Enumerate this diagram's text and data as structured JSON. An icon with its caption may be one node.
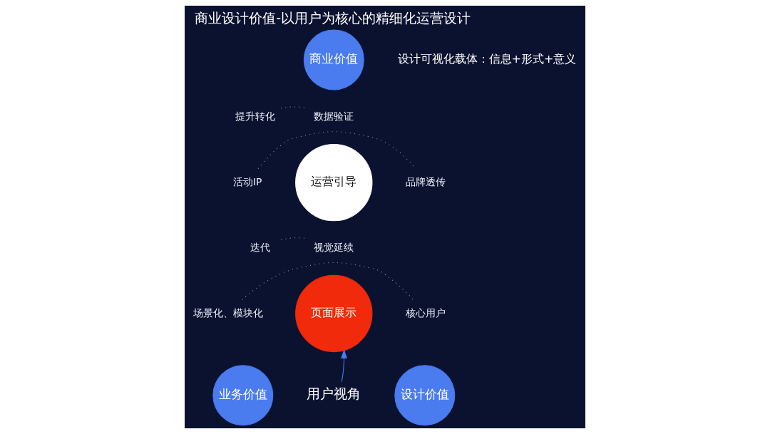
{
  "diagram": {
    "title": "商业设计价值-以用户为核心的精细化运营设计",
    "nodes": [
      {
        "text": [
          "商业价值"
        ]
      },
      {
        "text": [
          "提升转化"
        ]
      },
      {
        "text": [
          "数据验证"
        ]
      },
      {
        "text": [
          "活动IP"
        ]
      },
      {
        "text": [
          "运营引导"
        ]
      },
      {
        "text": [
          "品牌透传"
        ]
      },
      {
        "text": [
          "迭代"
        ]
      },
      {
        "text": [
          "视觉延续"
        ]
      },
      {
        "text": [
          "场景化、模块化"
        ]
      },
      {
        "text": [
          "页面展示"
        ]
      },
      {
        "text": [
          "核心用户"
        ]
      },
      {
        "text": [
          "业务价值"
        ]
      },
      {
        "text": [
          "设计价值"
        ]
      },
      {
        "text": [
          "用户视角"
        ]
      }
    ],
    "edges": [
      {
        "from": 1,
        "to": 2,
        "arrow": "none",
        "style": "dashed"
      },
      {
        "from": 3,
        "to": 5,
        "arrow": "none",
        "style": "dashed"
      },
      {
        "from": 6,
        "to": 7,
        "arrow": "none",
        "style": "dashed"
      },
      {
        "from": 8,
        "to": 10,
        "arrow": "none",
        "style": "dashed"
      },
      {
        "from": 13,
        "to": 9,
        "arrow": "to",
        "color": "#4a7cf0"
      }
    ],
    "labels": [
      "设计可视化载体：信息+形式+意义"
    ]
  }
}
